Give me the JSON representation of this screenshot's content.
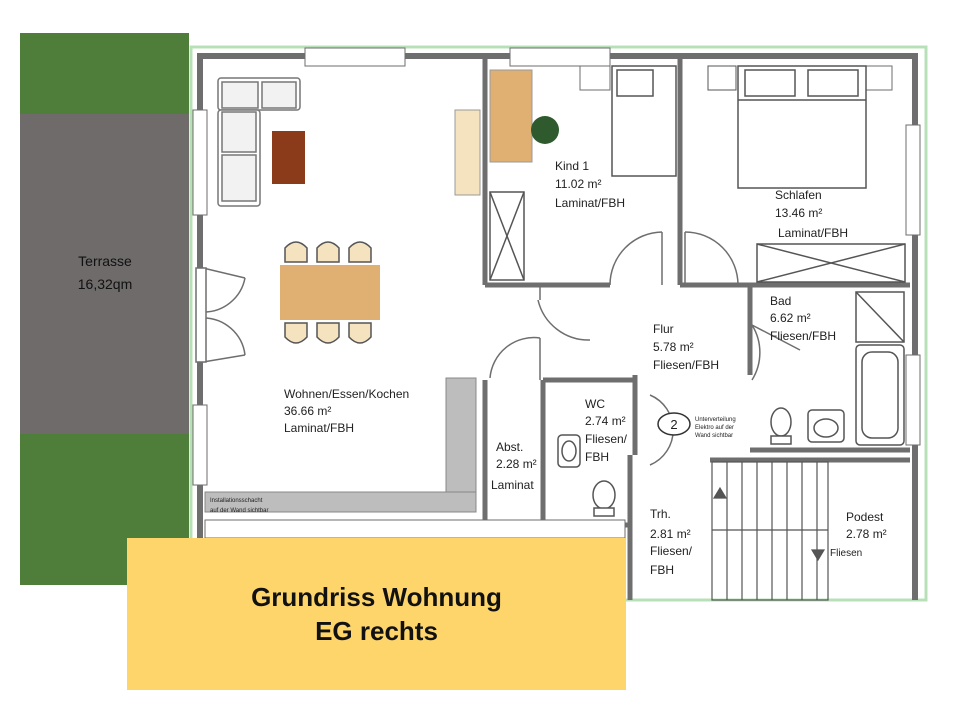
{
  "terrace": {
    "label": "Terrasse",
    "area": "16,32qm"
  },
  "rooms": {
    "living": {
      "name": "Wohnen/Essen/Kochen",
      "area": "36.66 m²",
      "floor": "Laminat/FBH"
    },
    "child": {
      "name": "Kind 1",
      "area": "11.02 m²",
      "floor": "Laminat/FBH"
    },
    "bedroom": {
      "name": "Schlafen",
      "area": "13.46 m²",
      "floor": "Laminat/FBH"
    },
    "bath": {
      "name": "Bad",
      "area": "6.62 m²",
      "floor": "Fliesen/FBH"
    },
    "hall": {
      "name": "Flur",
      "area": "5.78 m²",
      "floor": "Fliesen/FBH"
    },
    "wc": {
      "name": "WC",
      "area": "2.74 m²",
      "floor1": "Fliesen/",
      "floor2": "FBH"
    },
    "storage": {
      "name": "Abst.",
      "area": "2.28 m²",
      "floor": "Laminat"
    },
    "stair": {
      "name": "Trh.",
      "area": "2.81 m²",
      "floor1": "Fliesen/",
      "floor2": "FBH"
    },
    "landing": {
      "name": "Podest",
      "area": "2.78 m²",
      "floor": "Fliesen"
    }
  },
  "notes": {
    "install_line1": "Installationsschacht",
    "install_line2": "auf der Wand sichtbar",
    "dist_line1": "Unterverteilung",
    "dist_line2": "Elektro auf der",
    "dist_line3": "Wand sichtbar",
    "marker": "2"
  },
  "title": {
    "line1": "Grundriss Wohnung",
    "line2": "EG rechts"
  },
  "colors": {
    "grass": "#4f7d3a",
    "terrace": "#6f6b6b",
    "wall": "#6e6e6e",
    "title_bg": "#fdd56a",
    "outline_green": "#b8e0b8"
  }
}
